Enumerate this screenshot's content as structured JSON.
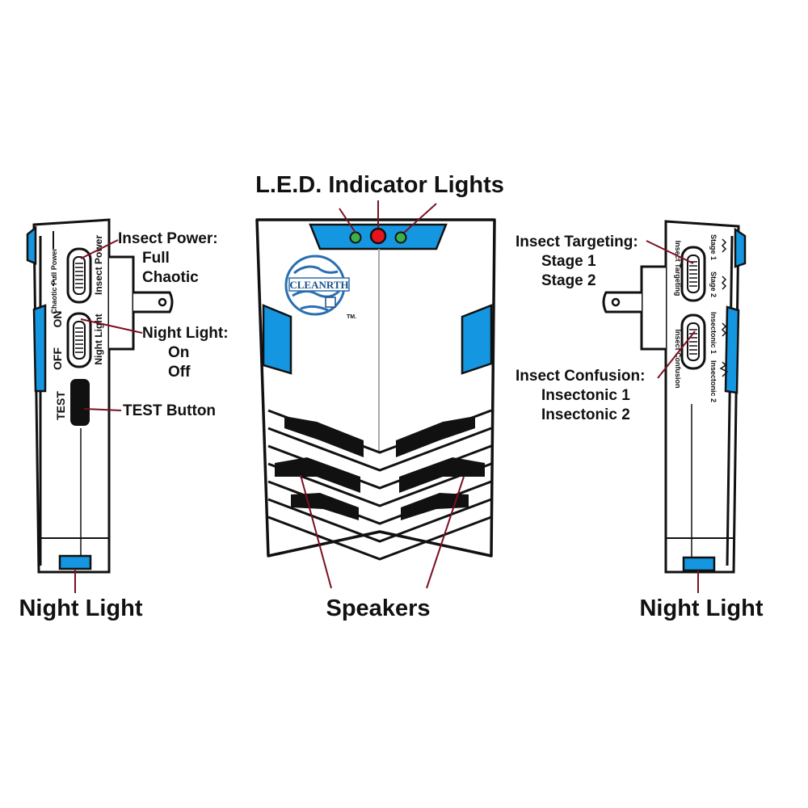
{
  "title": "L.E.D. Indicator Lights",
  "logo": {
    "text": "CLEANRTH",
    "trademark": "TM."
  },
  "left_unit": {
    "switch_power_label": "Insect Power",
    "switch_power_pos1": "Full Power",
    "switch_power_pos2": "Chaotic",
    "switch_light_label": "Night Light",
    "switch_light_on": "ON",
    "switch_light_off": "OFF",
    "test_label": "TEST"
  },
  "right_unit": {
    "switch_target_label": "Insect Targeting",
    "switch_target_pos1": "Stage 1",
    "switch_target_pos2": "Stage 2",
    "switch_confuse_label": "Insect Confusion",
    "switch_confuse_pos1": "Insectonic 1",
    "switch_confuse_pos2": "Insectonic 2"
  },
  "callouts": {
    "insect_power": {
      "heading": "Insect Power:",
      "opt1": "Full",
      "opt2": "Chaotic"
    },
    "night_light": {
      "heading": "Night Light:",
      "opt1": "On",
      "opt2": "Off"
    },
    "test_button": "TEST Button",
    "insect_targeting": {
      "heading": "Insect Targeting:",
      "opt1": "Stage 1",
      "opt2": "Stage 2"
    },
    "insect_confusion": {
      "heading": "Insect Confusion:",
      "opt1": "Insectonic 1",
      "opt2": "Insectonic 2"
    }
  },
  "bottom_labels": {
    "left": "Night Light",
    "center": "Speakers",
    "right": "Night Light"
  },
  "colors": {
    "accent_blue": "#1596e0",
    "led_red": "#e8141b",
    "led_green": "#3cb04a",
    "lead_line": "#7a1020"
  }
}
